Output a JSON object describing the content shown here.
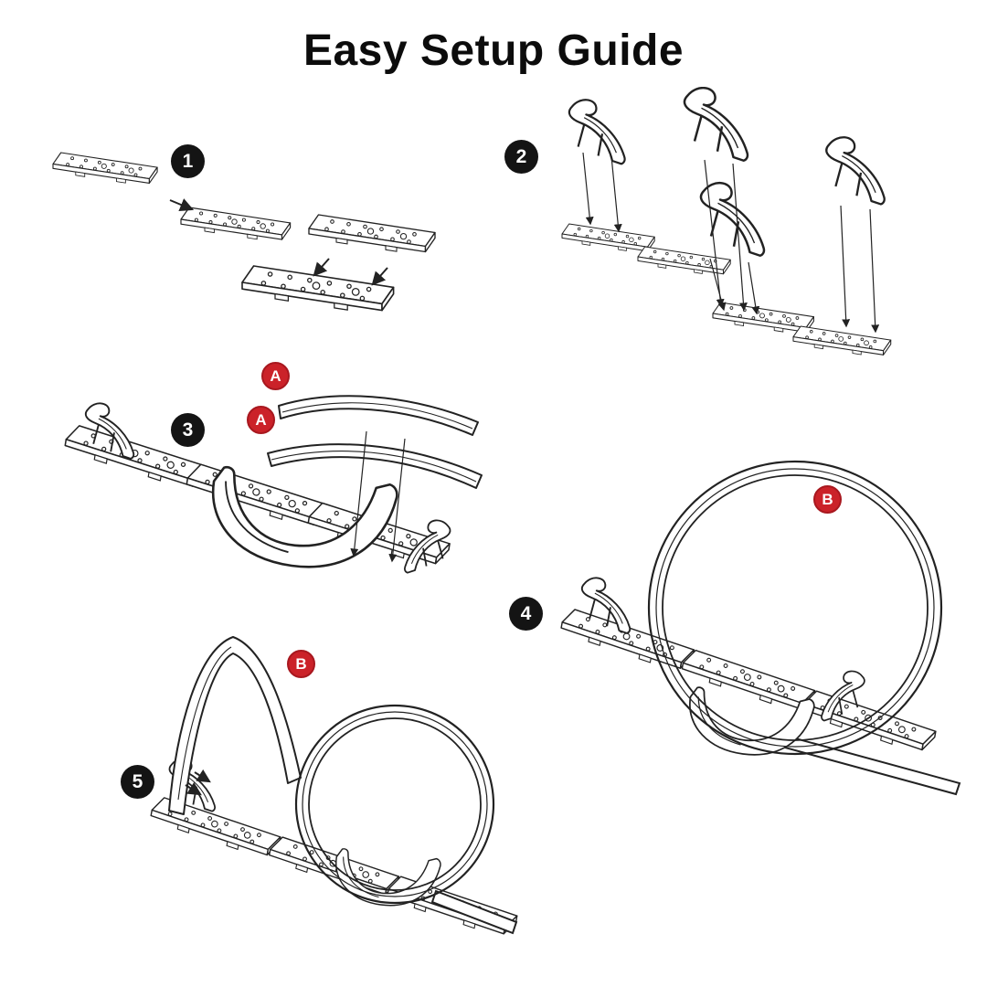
{
  "title": "Easy Setup Guide",
  "colors": {
    "line": "#222222",
    "badge_black": "#141414",
    "badge_red": "#cb2229",
    "background": "#ffffff"
  },
  "steps": [
    {
      "number": "1",
      "part_labels": []
    },
    {
      "number": "2",
      "part_labels": []
    },
    {
      "number": "3",
      "part_labels": [
        "A",
        "A"
      ]
    },
    {
      "number": "4",
      "part_labels": [
        "B"
      ]
    },
    {
      "number": "5",
      "part_labels": [
        "B"
      ]
    }
  ]
}
